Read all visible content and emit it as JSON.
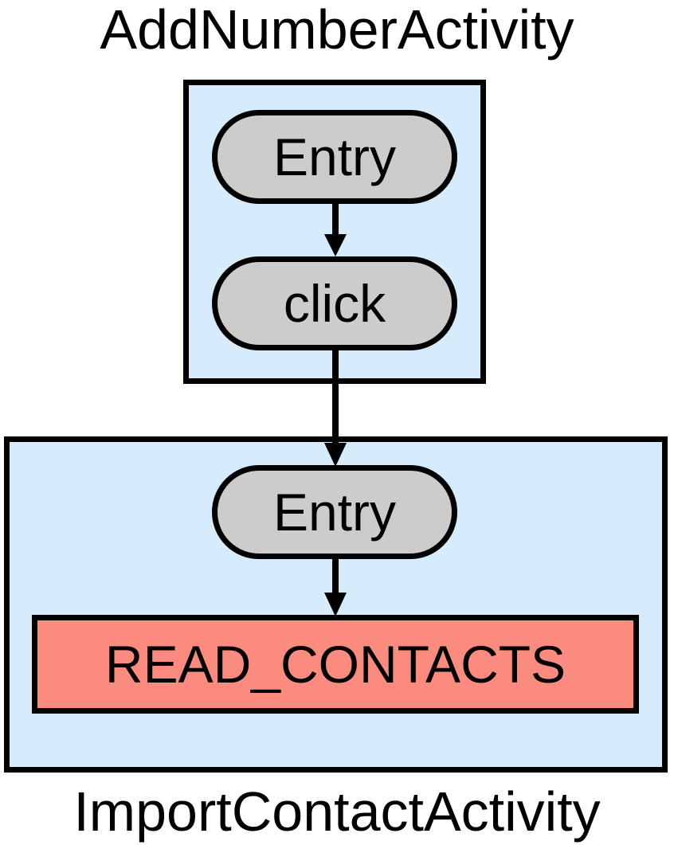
{
  "colors": {
    "cluster_fill": "#d6ecfc",
    "node_fill": "#cccccc",
    "permission_fill": "#fa8b7e",
    "stroke": "#000000"
  },
  "clusters": {
    "top": {
      "label": "AddNumberActivity",
      "nodes": {
        "entry": "Entry",
        "click": "click"
      }
    },
    "bottom": {
      "label": "ImportContactActivity",
      "nodes": {
        "entry": "Entry",
        "permission": "READ_CONTACTS"
      }
    }
  },
  "edges": [
    {
      "from": "AddNumberActivity.Entry",
      "to": "AddNumberActivity.click"
    },
    {
      "from": "AddNumberActivity.click",
      "to": "ImportContactActivity.Entry"
    },
    {
      "from": "ImportContactActivity.Entry",
      "to": "ImportContactActivity.READ_CONTACTS"
    }
  ]
}
